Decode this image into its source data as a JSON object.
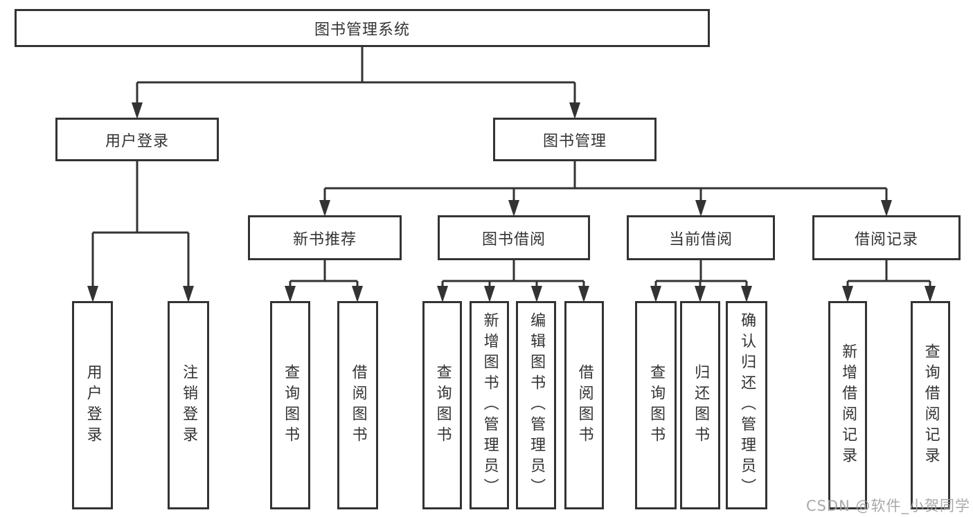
{
  "diagram": {
    "title_node": {
      "label": "图书管理系统"
    },
    "level2": [
      {
        "label": "用户登录"
      },
      {
        "label": "图书管理"
      }
    ],
    "level3": [
      {
        "label": "新书推荐"
      },
      {
        "label": "图书借阅"
      },
      {
        "label": "当前借阅"
      },
      {
        "label": "借阅记录"
      }
    ],
    "leaves": {
      "user_login": [
        "用户登录",
        "注销登录"
      ],
      "new_books": [
        "查询图书",
        "借阅图书"
      ],
      "book_borrow": [
        "查询图书",
        "新增图书（管理员）",
        "编辑图书（管理员）",
        "借阅图书"
      ],
      "current_borrow": [
        "查询图书",
        "归还图书",
        "确认归还（管理员）"
      ],
      "borrow_records": [
        "新增借阅记录",
        "查询借阅记录"
      ]
    }
  },
  "watermark": {
    "text": "CSDN @软件_小贺同学"
  },
  "colors": {
    "border": "#333333",
    "text": "#333333",
    "background": "#ffffff",
    "watermark": "#a0a0a0"
  }
}
